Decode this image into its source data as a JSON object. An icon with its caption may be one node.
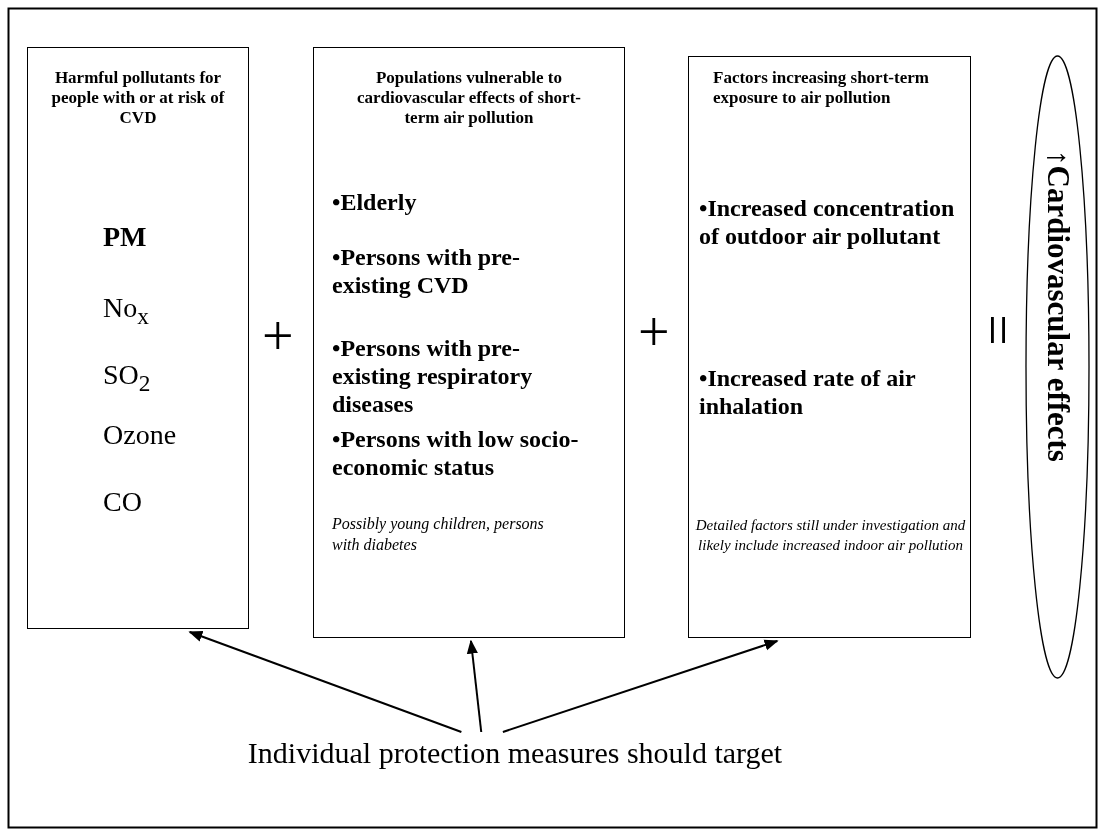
{
  "diagram": {
    "nodes": [
      {
        "text": [
          "Harmful pollutants for people with or at risk of CVD",
          "PM",
          "No$_{x}$",
          "SO$_{2}$",
          "Ozone",
          "CO"
        ]
      },
      {
        "text": [
          "Populations vulnerable to cardiovascular effects of short-term air pollution",
          "•Elderly",
          "•Persons with pre-existing CVD",
          "•Persons with pre-existing respiratory diseases",
          "•Persons with low socio-economic status",
          "Possibly young children, persons with diabetes"
        ]
      },
      {
        "text": [
          "Factors increasing short-term exposure to air pollution",
          "•Increased concentration of outdoor air pollutant",
          "•Increased rate of air inhalation",
          "Detailed factors still under investigation and likely include increased indoor air pollution"
        ]
      },
      {
        "text": [
          "↑Cardiovascular effects"
        ]
      },
      {
        "text": [
          "Individual protection measures should target"
        ]
      }
    ],
    "edges": [
      {
        "from": 4,
        "to": 0,
        "arrow": "to"
      },
      {
        "from": 4,
        "to": 1,
        "arrow": "to"
      },
      {
        "from": 4,
        "to": 2,
        "arrow": "to"
      }
    ],
    "labels": [
      "+",
      "+",
      "="
    ]
  }
}
